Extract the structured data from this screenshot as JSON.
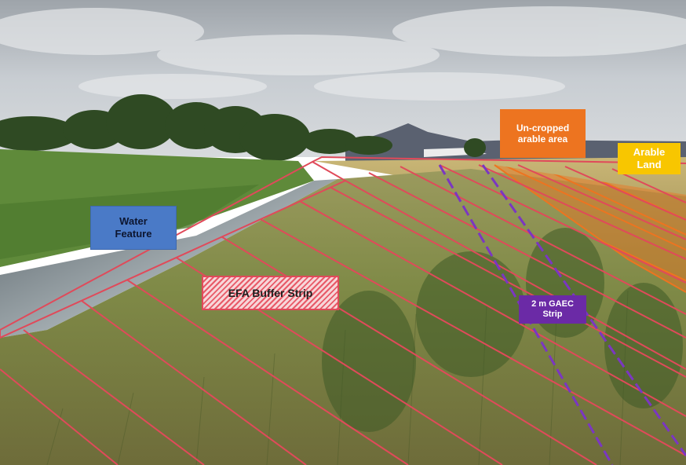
{
  "labels": {
    "water_feature": "Water\nFeature",
    "efa_buffer_strip": "EFA Buffer Strip",
    "uncropped_area": "Un-cropped\narable area",
    "arable_land": "Arable\nLand",
    "gaec_strip": "2 m GAEC\nStrip"
  },
  "colors": {
    "water_feature": "#4a7ac7",
    "efa_buffer_strip": "#e04a5a",
    "uncropped_area": "#ed7420",
    "arable_land": "#f8c600",
    "gaec_strip": "#6b2aa6"
  }
}
